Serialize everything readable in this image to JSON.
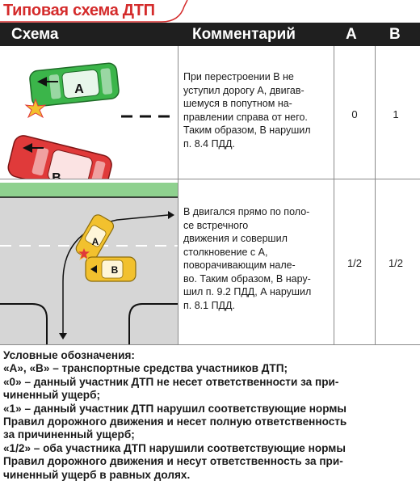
{
  "title": "Типовая схема ДТП",
  "header": {
    "scheme": "Схема",
    "comment": "Комментарий",
    "col_a": "А",
    "col_b": "В"
  },
  "rows": [
    {
      "comment": "При перестроении В не\nуступил дорогу А, двигав-\nшемуся в попутном на-\nправлении справа от него.\nТаким образом, В нарушил\nп. 8.4 ПДД.",
      "a": "0",
      "b": "1",
      "car_a": "А",
      "car_b": "В"
    },
    {
      "comment": "В двигался прямо по поло-\nсе встречного\nдвижения и совершил\nстолкновение с А,\nповорачивающим нале-\nво. Таким образом, В нару-\nшил п. 9.2 ПДД, А нарушил\nп. 8.1 ПДД.",
      "a": "1/2",
      "b": "1/2",
      "car_a": "А",
      "car_b": "В"
    }
  ],
  "legend": {
    "heading": "Условные обозначения:",
    "items": [
      "«А», «В» – транспортные средства участников ДТП;",
      "«0» – данный участник ДТП не несет ответственности за при-\nчиненный ущерб;",
      "«1» – данный участник ДТП нарушил соответствующие нормы\nПравил дорожного движения и несет полную ответственность\nза причиненный ущерб;",
      "«1/2» – оба участника ДТП нарушили соответствующие нормы\nПравил дорожного движения и несут ответственность за при-\nчиненный ущерб в равных долях."
    ]
  },
  "colors": {
    "title_red": "#d42b2b",
    "header_bg": "#1f1f1f",
    "car_green": "#3bb54a",
    "car_red": "#e03a3a",
    "car_yellow": "#f2c12e",
    "road_gray": "#d6d6d6",
    "grass_green": "#8fd18f"
  }
}
